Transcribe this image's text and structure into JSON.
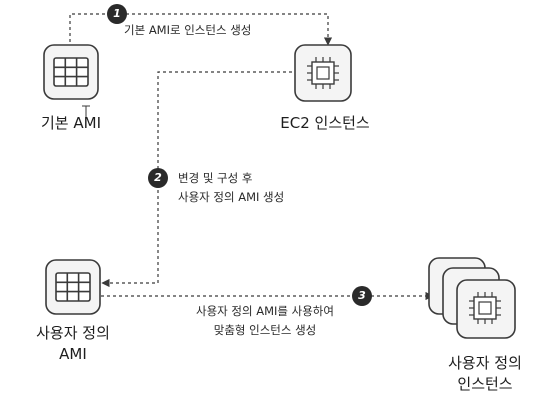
{
  "nodes": {
    "base_ami": {
      "label": "기본 AMI",
      "icon": "ami-grid-icon"
    },
    "ec2_instance": {
      "label": "EC2 인스턴스",
      "icon": "ec2-chip-icon"
    },
    "custom_ami": {
      "label_line1": "사용자 정의",
      "label_line2": "AMI",
      "icon": "ami-grid-icon"
    },
    "custom_instances": {
      "label_line1": "사용자 정의",
      "label_line2": "인스턴스",
      "icon": "ec2-chip-stack-icon"
    }
  },
  "steps": [
    {
      "number": "1",
      "line1": "기본 AMI로 인스턴스 생성"
    },
    {
      "number": "2",
      "line1": "변경 및 구성 후",
      "line2": "사용자 정의 AMI 생성"
    },
    {
      "number": "3",
      "line1": "사용자 정의 AMI를 사용하여",
      "line2": "맞춤형 인스턴스 생성"
    }
  ],
  "colors": {
    "icon_stroke": "#3a3a3a",
    "icon_fill": "#f4f4f4",
    "arrow": "#3a3a3a",
    "badge": "#2a2a2a"
  }
}
